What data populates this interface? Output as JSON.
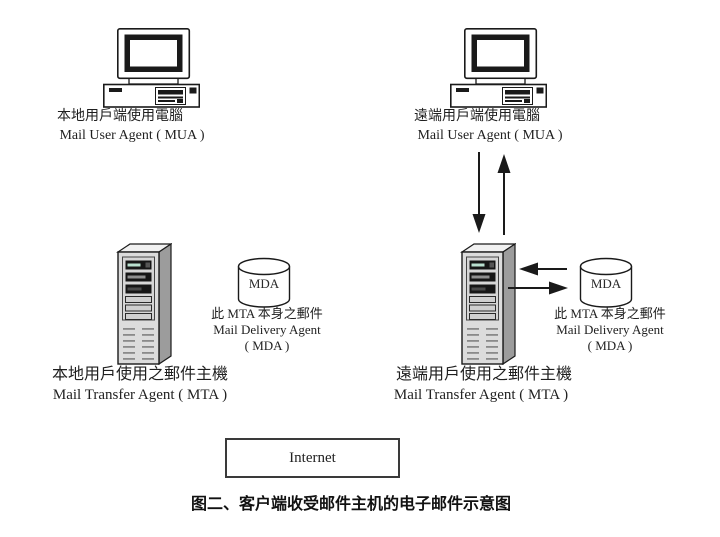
{
  "figure": {
    "background": "#ffffff",
    "line_color": "#1a1a1a",
    "server_front_color": "#dcdcdc",
    "server_side_color": "#9c9c9c",
    "server_top_color": "#f1f1f1",
    "caption": "图二、客户端收受邮件主机的电子邮件示意图"
  },
  "nodes": {
    "local_mua": {
      "icon": "desktop-computer-icon",
      "name_zh": "本地用戶端使用電腦",
      "name_en": "Mail User Agent ( MUA )"
    },
    "remote_mua": {
      "icon": "desktop-computer-icon",
      "name_zh": "遠端用戶端使用電腦",
      "name_en": "Mail User Agent ( MUA )"
    },
    "local_mta": {
      "icon": "server-tower-icon",
      "name_zh": "本地用戶使用之郵件主機",
      "name_en": "Mail Transfer Agent ( MTA )"
    },
    "remote_mta": {
      "icon": "server-tower-icon",
      "name_zh": "遠端用戶使用之郵件主機",
      "name_en": "Mail Transfer Agent ( MTA )"
    },
    "local_mda": {
      "icon": "database-cylinder-icon",
      "cylinder_label": "MDA",
      "desc_zh": "此 MTA 本身之郵件",
      "desc_en": "Mail Delivery Agent",
      "desc_abbr": "( MDA )"
    },
    "remote_mda": {
      "icon": "database-cylinder-icon",
      "cylinder_label": "MDA",
      "desc_zh": "此 MTA 本身之郵件",
      "desc_en": "Mail Delivery Agent",
      "desc_abbr": "( MDA )"
    },
    "internet": {
      "label": "Internet"
    }
  },
  "arrows": [
    {
      "id": "remote-mta-to-remote-mua",
      "direction": "down-toward-mta",
      "orientation": "vertical"
    },
    {
      "id": "remote-mua-to-remote-mta",
      "direction": "up-toward-mua",
      "orientation": "vertical"
    },
    {
      "id": "remote-mda-to-remote-mta",
      "direction": "left-toward-mta",
      "orientation": "horizontal"
    },
    {
      "id": "remote-mta-to-remote-mda",
      "direction": "right-toward-mda",
      "orientation": "horizontal"
    }
  ]
}
